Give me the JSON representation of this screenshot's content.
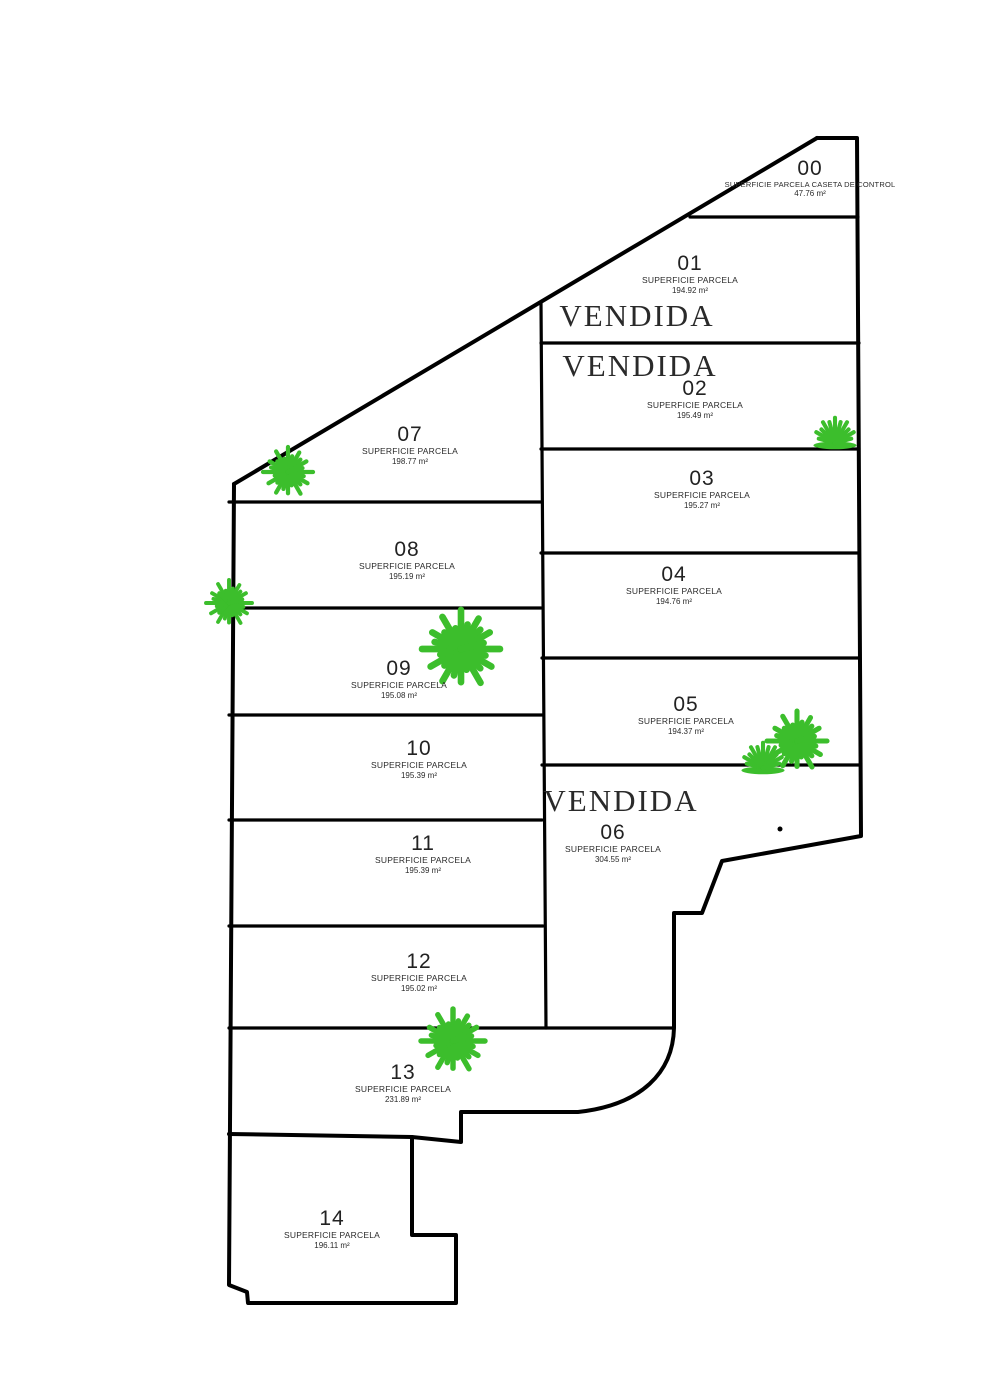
{
  "colors": {
    "line": "#000000",
    "plant": "#3CBE2C"
  },
  "parcels": [
    {
      "id": "00",
      "label": "SUPERFICIE PARCELA CASETA DE CONTROL",
      "area": "47.76 m²",
      "status": ""
    },
    {
      "id": "01",
      "label": "SUPERFICIE PARCELA",
      "area": "194.92 m²",
      "status": "VENDIDA"
    },
    {
      "id": "02",
      "label": "SUPERFICIE PARCELA",
      "area": "195.49 m²",
      "status": "VENDIDA"
    },
    {
      "id": "03",
      "label": "SUPERFICIE PARCELA",
      "area": "195.27 m²",
      "status": ""
    },
    {
      "id": "04",
      "label": "SUPERFICIE PARCELA",
      "area": "194.76 m²",
      "status": ""
    },
    {
      "id": "05",
      "label": "SUPERFICIE PARCELA",
      "area": "194.37 m²",
      "status": ""
    },
    {
      "id": "06",
      "label": "SUPERFICIE PARCELA",
      "area": "304.55 m²",
      "status": "VENDIDA"
    },
    {
      "id": "07",
      "label": "SUPERFICIE PARCELA",
      "area": "198.77 m²",
      "status": ""
    },
    {
      "id": "08",
      "label": "SUPERFICIE PARCELA",
      "area": "195.19 m²",
      "status": ""
    },
    {
      "id": "09",
      "label": "SUPERFICIE PARCELA",
      "area": "195.08 m²",
      "status": ""
    },
    {
      "id": "10",
      "label": "SUPERFICIE PARCELA",
      "area": "195.39 m²",
      "status": ""
    },
    {
      "id": "11",
      "label": "SUPERFICIE PARCELA",
      "area": "195.39 m²",
      "status": ""
    },
    {
      "id": "12",
      "label": "SUPERFICIE PARCELA",
      "area": "195.02 m²",
      "status": ""
    },
    {
      "id": "13",
      "label": "SUPERFICIE PARCELA",
      "area": "231.89 m²",
      "status": ""
    },
    {
      "id": "14",
      "label": "SUPERFICIE PARCELA",
      "area": "196.11 m²",
      "status": ""
    }
  ]
}
